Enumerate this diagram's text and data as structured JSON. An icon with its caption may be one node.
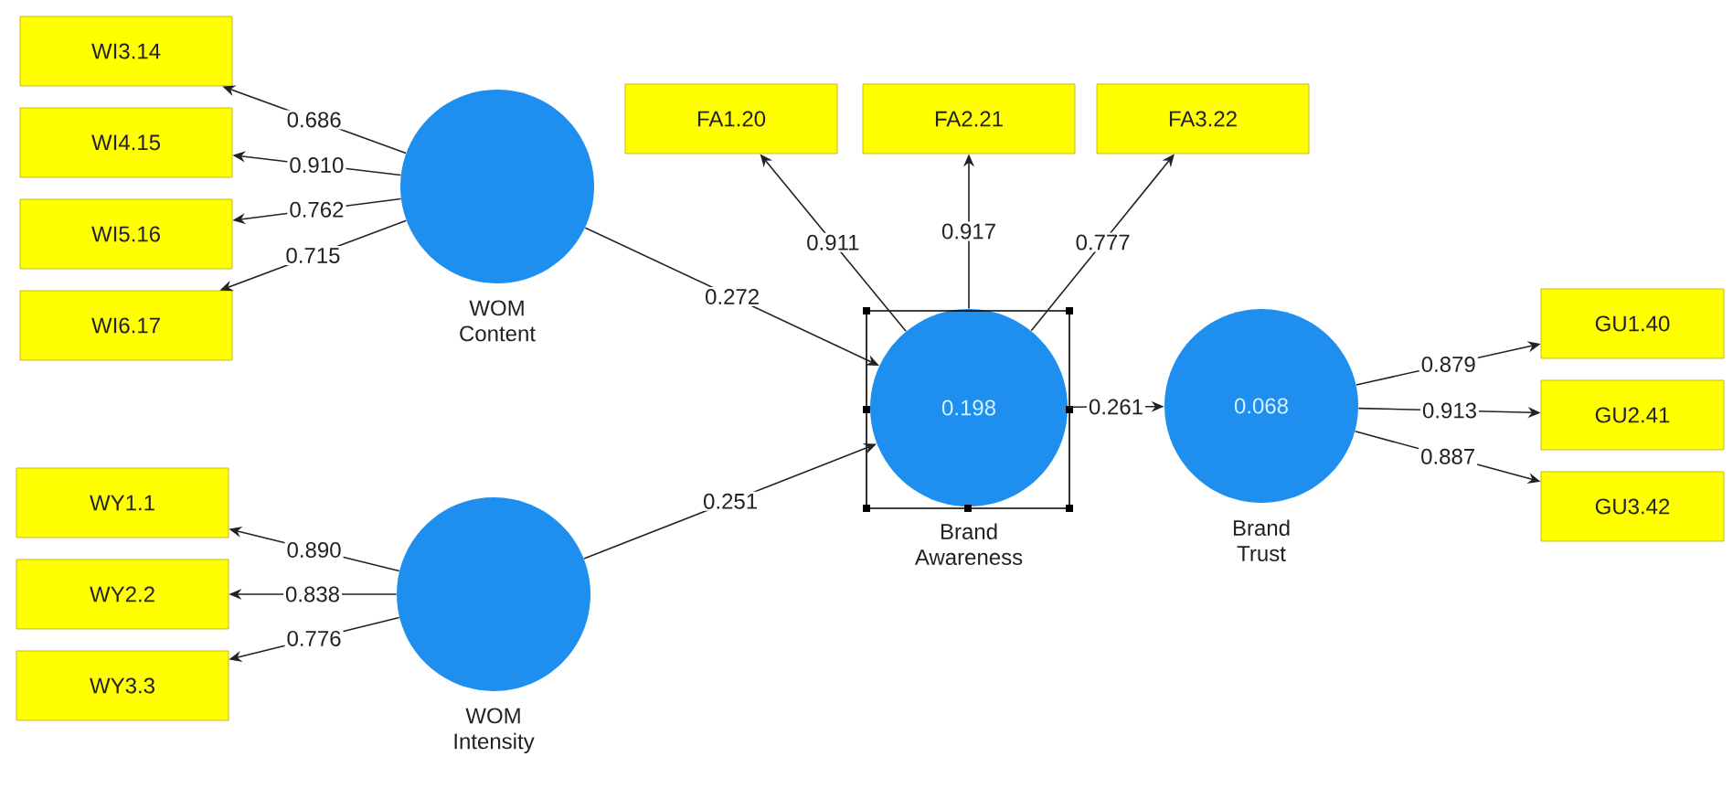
{
  "diagram": {
    "nodes": [
      {
        "text": [
          "WI3.14"
        ]
      },
      {
        "text": [
          "WI4.15"
        ]
      },
      {
        "text": [
          "WI5.16"
        ]
      },
      {
        "text": [
          "WI6.17"
        ]
      },
      {
        "text": [
          "WOM Content"
        ]
      },
      {
        "text": [
          "FA1.20"
        ]
      },
      {
        "text": [
          "FA2.21"
        ]
      },
      {
        "text": [
          "FA3.22"
        ]
      },
      {
        "text": [
          "0.198",
          "Brand Awareness"
        ]
      },
      {
        "text": [
          "0.068",
          "Brand Trust"
        ]
      },
      {
        "text": [
          "GU1.40"
        ]
      },
      {
        "text": [
          "GU2.41"
        ]
      },
      {
        "text": [
          "GU3.42"
        ]
      },
      {
        "text": [
          "WY1.1"
        ]
      },
      {
        "text": [
          "WY2.2"
        ]
      },
      {
        "text": [
          "WY3.3"
        ]
      },
      {
        "text": [
          "WOM Intensity"
        ]
      }
    ],
    "edges": [
      {
        "from": 4,
        "to": 0,
        "arrow": "to",
        "label": "0.686"
      },
      {
        "from": 4,
        "to": 1,
        "arrow": "to",
        "label": "0.910"
      },
      {
        "from": 4,
        "to": 2,
        "arrow": "to",
        "label": "0.762"
      },
      {
        "from": 4,
        "to": 3,
        "arrow": "to",
        "label": "0.715"
      },
      {
        "from": 4,
        "to": 8,
        "arrow": "to",
        "label": "0.272"
      },
      {
        "from": 16,
        "to": 8,
        "arrow": "to",
        "label": "0.251"
      },
      {
        "from": 8,
        "to": 5,
        "arrow": "to",
        "label": "0.911"
      },
      {
        "from": 8,
        "to": 6,
        "arrow": "to",
        "label": "0.917"
      },
      {
        "from": 8,
        "to": 7,
        "arrow": "to",
        "label": "0.777"
      },
      {
        "from": 8,
        "to": 9,
        "arrow": "to",
        "label": "0.261"
      },
      {
        "from": 9,
        "to": 10,
        "arrow": "to",
        "label": "0.879"
      },
      {
        "from": 9,
        "to": 11,
        "arrow": "to",
        "label": "0.913"
      },
      {
        "from": 9,
        "to": 12,
        "arrow": "to",
        "label": "0.887"
      },
      {
        "from": 16,
        "to": 13,
        "arrow": "to",
        "label": "0.890"
      },
      {
        "from": 16,
        "to": 14,
        "arrow": "to",
        "label": "0.838"
      },
      {
        "from": 16,
        "to": 15,
        "arrow": "to",
        "label": "0.776"
      }
    ]
  }
}
